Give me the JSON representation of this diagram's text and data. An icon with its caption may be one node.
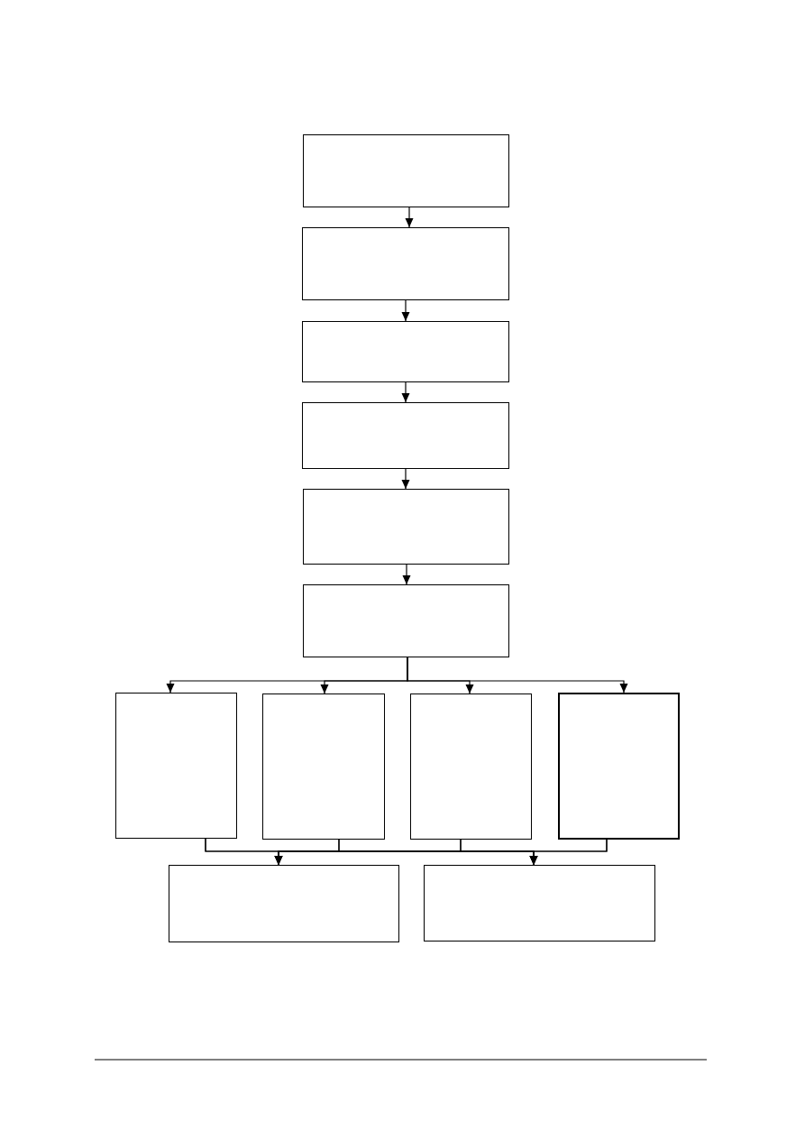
{
  "diagram": {
    "nodes": [
      {
        "text": [],
        "shape": "box"
      },
      {
        "text": [],
        "shape": "box"
      },
      {
        "text": [],
        "shape": "box"
      },
      {
        "text": [],
        "shape": "box"
      },
      {
        "text": [],
        "shape": "box"
      },
      {
        "text": [],
        "shape": "box"
      },
      {
        "text": [],
        "shape": "box"
      },
      {
        "text": [],
        "shape": "box"
      },
      {
        "text": [],
        "shape": "box"
      },
      {
        "text": [],
        "shape": "box"
      },
      {
        "text": [],
        "shape": "box"
      },
      {
        "text": [],
        "shape": "box"
      }
    ],
    "edges": [
      {
        "from": 0,
        "to": 1,
        "arrow": "to"
      },
      {
        "from": 1,
        "to": 2,
        "arrow": "to"
      },
      {
        "from": 2,
        "to": 3,
        "arrow": "to"
      },
      {
        "from": 3,
        "to": 4,
        "arrow": "to"
      },
      {
        "from": 4,
        "to": 5,
        "arrow": "to"
      },
      {
        "from": 5,
        "to": 6,
        "arrow": "to"
      },
      {
        "from": 5,
        "to": 7,
        "arrow": "to"
      },
      {
        "from": 5,
        "to": 8,
        "arrow": "to"
      },
      {
        "from": 5,
        "to": 9,
        "arrow": "to"
      },
      {
        "from": 6,
        "to": 10,
        "arrow": "to"
      },
      {
        "from": 6,
        "to": 11,
        "arrow": "to"
      },
      {
        "from": 7,
        "to": 10,
        "arrow": "to"
      },
      {
        "from": 7,
        "to": 11,
        "arrow": "to"
      },
      {
        "from": 8,
        "to": 10,
        "arrow": "to"
      },
      {
        "from": 8,
        "to": 11,
        "arrow": "to"
      },
      {
        "from": 9,
        "to": 10,
        "arrow": "to"
      },
      {
        "from": 9,
        "to": 11,
        "arrow": "to"
      }
    ]
  }
}
